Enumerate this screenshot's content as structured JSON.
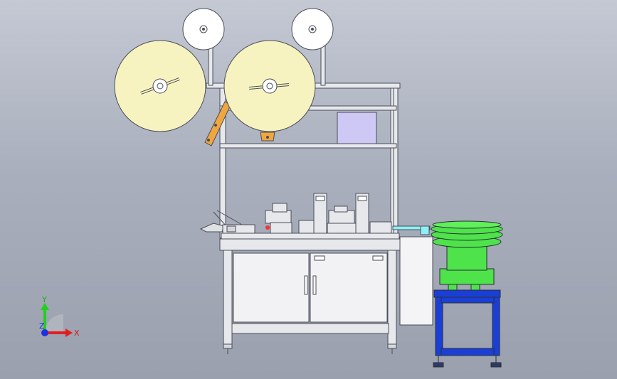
{
  "viewport": {
    "background_top": "#c4c9d4",
    "background_bottom": "#9aa0ad"
  },
  "colors": {
    "reel": "#f7f3c0",
    "reel_small": "#ffffff",
    "frame": "#e6e8ec",
    "frame_line": "#4a4e57",
    "control_box": "#cdc8f4",
    "arm": "#f0a640",
    "cabinet": "#f2f2f4",
    "bowl_green": "#4ee34a",
    "stand_blue": "#1a3fd6",
    "conveyor_cyan": "#8ef0f4"
  },
  "triad": {
    "y_label": "Y",
    "x_label": "X",
    "z_label": "Z",
    "y_color": "#1fd01f",
    "x_color": "#e02020",
    "z_color": "#2030e0"
  }
}
